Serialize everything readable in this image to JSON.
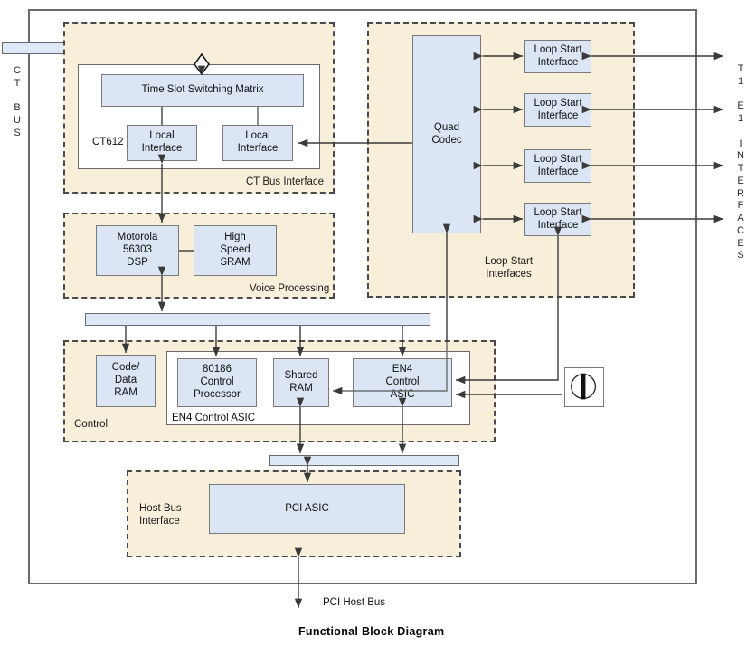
{
  "diagram": {
    "caption": "Functional Block Diagram",
    "colors": {
      "region_fill": "#f7efd9",
      "block_fill": "#dbe5f4",
      "bus_fill": "#dce8f6",
      "line": "#3a3a3a",
      "frame": "#6b6b6b"
    },
    "edge_labels": {
      "left": "C\nT\n\nB\nU\nS",
      "right": "T\n1\n\nE\n1\n\nI\nN\nT\nE\nR\nF\nA\nC\nE\nS"
    },
    "regions": [
      {
        "id": "ct-bus-interface",
        "label": "CT Bus Interface"
      },
      {
        "id": "loop-start-interfaces",
        "label": "Loop Start\nInterfaces"
      },
      {
        "id": "voice-processing",
        "label": "Voice Processing"
      },
      {
        "id": "control",
        "label": "Control"
      },
      {
        "id": "host-bus-interface",
        "label": "Host Bus\nInterface"
      }
    ],
    "inner_groups": [
      {
        "id": "ct612",
        "label": "CT612"
      },
      {
        "id": "en4-control-asic-group",
        "label": "EN4 Control ASIC"
      }
    ],
    "blocks": [
      {
        "id": "time-slot-switching-matrix",
        "label": "Time Slot Switching Matrix"
      },
      {
        "id": "local-interface-left",
        "label": "Local\nInterface"
      },
      {
        "id": "local-interface-right",
        "label": "Local\nInterface"
      },
      {
        "id": "quad-codec",
        "label": "Quad\nCodec"
      },
      {
        "id": "loop-start-interface-1",
        "label": "Loop Start\nInterface"
      },
      {
        "id": "loop-start-interface-2",
        "label": "Loop Start\nInterface"
      },
      {
        "id": "loop-start-interface-3",
        "label": "Loop Start\nInterface"
      },
      {
        "id": "loop-start-interface-4",
        "label": "Loop Start\nInterface"
      },
      {
        "id": "motorola-dsp",
        "label": "Motorola\n56303\nDSP"
      },
      {
        "id": "high-speed-sram",
        "label": "High\nSpeed\nSRAM"
      },
      {
        "id": "code-data-ram",
        "label": "Code/\nData\nRAM"
      },
      {
        "id": "control-processor-80186",
        "label": "80186\nControl\nProcessor"
      },
      {
        "id": "shared-ram",
        "label": "Shared\nRAM"
      },
      {
        "id": "en4-control-asic",
        "label": "EN4\nControl\nASIC"
      },
      {
        "id": "pci-asic",
        "label": "PCI ASIC"
      }
    ],
    "bus_label": "PCI Host Bus",
    "icons": {
      "jack_connector": "jack-connector-icon",
      "ct_bus_tap": "diamond-connector-icon"
    }
  }
}
